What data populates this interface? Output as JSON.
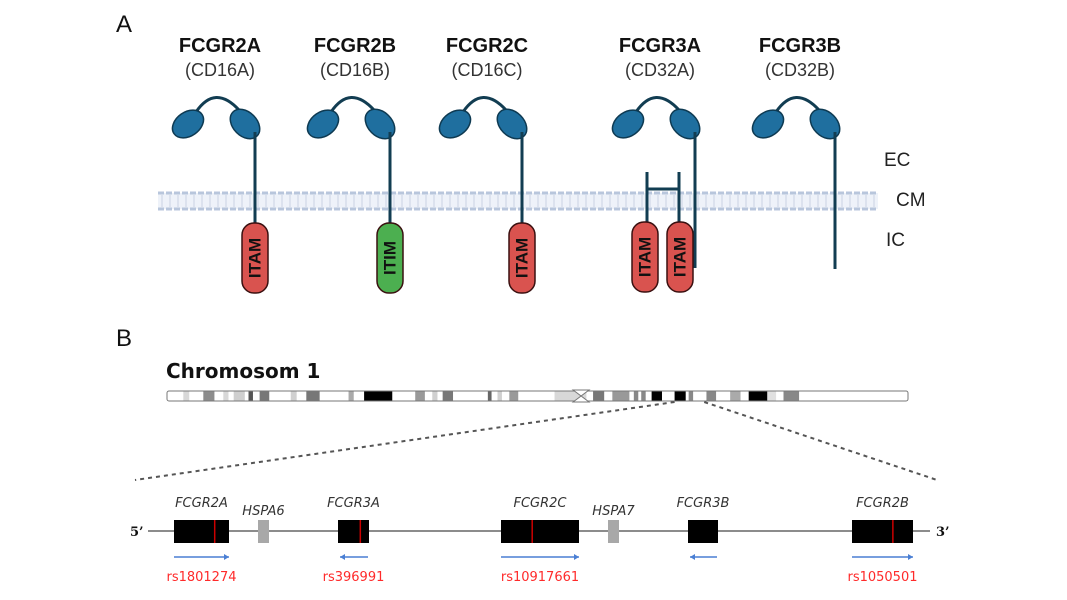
{
  "panel_a": {
    "label": "A",
    "receptors": [
      {
        "name": "FCGR2A",
        "cd": "(CD16A)",
        "type": "single",
        "motif": "ITAM",
        "motif_color": "#d9534f"
      },
      {
        "name": "FCGR2B",
        "cd": "(CD16B)",
        "type": "single",
        "motif": "ITIM",
        "motif_color": "#4caf50"
      },
      {
        "name": "FCGR2C",
        "cd": "(CD16C)",
        "type": "single",
        "motif": "ITAM",
        "motif_color": "#d9534f"
      },
      {
        "name": "FCGR3A",
        "cd": "(CD32A)",
        "type": "dimer",
        "motif": "ITAM",
        "motif_color": "#d9534f"
      },
      {
        "name": "FCGR3B",
        "cd": "(CD32B)",
        "type": "gpi",
        "motif": "",
        "motif_color": ""
      }
    ],
    "regions": {
      "ec": "EC",
      "cm": "CM",
      "ic": "IC"
    },
    "colors": {
      "domain": "#1f6f9f",
      "stalk": "#123d52",
      "membrane": "#b8c6dc"
    }
  },
  "panel_b": {
    "label": "B",
    "chromosome_title": "Chromosom 1",
    "chromosome_bands": [
      {
        "start": 0.0,
        "end": 0.022,
        "shade": "#ffffff"
      },
      {
        "start": 0.022,
        "end": 0.03,
        "shade": "#d8d8d8"
      },
      {
        "start": 0.03,
        "end": 0.049,
        "shade": "#ffffff"
      },
      {
        "start": 0.049,
        "end": 0.064,
        "shade": "#8c8c8c"
      },
      {
        "start": 0.064,
        "end": 0.076,
        "shade": "#ffffff"
      },
      {
        "start": 0.076,
        "end": 0.083,
        "shade": "#d8d8d8"
      },
      {
        "start": 0.083,
        "end": 0.09,
        "shade": "#ffffff"
      },
      {
        "start": 0.09,
        "end": 0.105,
        "shade": "#cfcfcf"
      },
      {
        "start": 0.105,
        "end": 0.11,
        "shade": "#ffffff"
      },
      {
        "start": 0.11,
        "end": 0.116,
        "shade": "#555555"
      },
      {
        "start": 0.116,
        "end": 0.125,
        "shade": "#ffffff"
      },
      {
        "start": 0.125,
        "end": 0.138,
        "shade": "#777777"
      },
      {
        "start": 0.138,
        "end": 0.167,
        "shade": "#ffffff"
      },
      {
        "start": 0.167,
        "end": 0.175,
        "shade": "#d0d0d0"
      },
      {
        "start": 0.175,
        "end": 0.188,
        "shade": "#ffffff"
      },
      {
        "start": 0.188,
        "end": 0.206,
        "shade": "#777777"
      },
      {
        "start": 0.206,
        "end": 0.245,
        "shade": "#ffffff"
      },
      {
        "start": 0.245,
        "end": 0.252,
        "shade": "#aaaaaa"
      },
      {
        "start": 0.252,
        "end": 0.266,
        "shade": "#ffffff"
      },
      {
        "start": 0.266,
        "end": 0.304,
        "shade": "#000000"
      },
      {
        "start": 0.304,
        "end": 0.335,
        "shade": "#ffffff"
      },
      {
        "start": 0.335,
        "end": 0.348,
        "shade": "#999999"
      },
      {
        "start": 0.348,
        "end": 0.358,
        "shade": "#ffffff"
      },
      {
        "start": 0.358,
        "end": 0.365,
        "shade": "#d0d0d0"
      },
      {
        "start": 0.365,
        "end": 0.372,
        "shade": "#ffffff"
      },
      {
        "start": 0.372,
        "end": 0.386,
        "shade": "#777777"
      },
      {
        "start": 0.386,
        "end": 0.433,
        "shade": "#ffffff"
      },
      {
        "start": 0.433,
        "end": 0.438,
        "shade": "#666666"
      },
      {
        "start": 0.438,
        "end": 0.446,
        "shade": "#ffffff"
      },
      {
        "start": 0.446,
        "end": 0.452,
        "shade": "#d0d0d0"
      },
      {
        "start": 0.452,
        "end": 0.462,
        "shade": "#ffffff"
      },
      {
        "start": 0.462,
        "end": 0.474,
        "shade": "#999999"
      },
      {
        "start": 0.474,
        "end": 0.508,
        "shade": "#ffffff"
      },
      {
        "start": 0.508,
        "end": 0.523,
        "shade": "#ffffff"
      },
      {
        "start": 0.523,
        "end": 0.566,
        "shade": "#d8d8d8"
      },
      {
        "start": 0.566,
        "end": 0.575,
        "shade": "#ffffff"
      },
      {
        "start": 0.575,
        "end": 0.59,
        "shade": "#777777"
      },
      {
        "start": 0.59,
        "end": 0.601,
        "shade": "#ffffff"
      },
      {
        "start": 0.601,
        "end": 0.624,
        "shade": "#999999"
      },
      {
        "start": 0.624,
        "end": 0.63,
        "shade": "#ffffff"
      },
      {
        "start": 0.63,
        "end": 0.636,
        "shade": "#888888"
      },
      {
        "start": 0.636,
        "end": 0.64,
        "shade": "#ffffff"
      },
      {
        "start": 0.64,
        "end": 0.646,
        "shade": "#888888"
      },
      {
        "start": 0.646,
        "end": 0.654,
        "shade": "#ffffff"
      },
      {
        "start": 0.654,
        "end": 0.668,
        "shade": "#000000"
      },
      {
        "start": 0.668,
        "end": 0.685,
        "shade": "#ffffff"
      },
      {
        "start": 0.685,
        "end": 0.7,
        "shade": "#000000"
      },
      {
        "start": 0.7,
        "end": 0.704,
        "shade": "#ffffff"
      },
      {
        "start": 0.704,
        "end": 0.71,
        "shade": "#888888"
      },
      {
        "start": 0.71,
        "end": 0.728,
        "shade": "#ffffff"
      },
      {
        "start": 0.728,
        "end": 0.741,
        "shade": "#888888"
      },
      {
        "start": 0.741,
        "end": 0.76,
        "shade": "#ffffff"
      },
      {
        "start": 0.76,
        "end": 0.774,
        "shade": "#aaaaaa"
      },
      {
        "start": 0.774,
        "end": 0.785,
        "shade": "#ffffff"
      },
      {
        "start": 0.785,
        "end": 0.81,
        "shade": "#000000"
      },
      {
        "start": 0.81,
        "end": 0.822,
        "shade": "#e0e0e0"
      },
      {
        "start": 0.822,
        "end": 0.832,
        "shade": "#ffffff"
      },
      {
        "start": 0.832,
        "end": 0.853,
        "shade": "#888888"
      },
      {
        "start": 0.853,
        "end": 1.0,
        "shade": "#ffffff"
      }
    ],
    "centromere_fraction": 0.575,
    "zoom_region": [
      0.685,
      0.725
    ],
    "strand_5": "5’",
    "strand_3": "3’",
    "genes": [
      {
        "name": "FCGR2A",
        "kind": "fcgr",
        "direction": "forward",
        "snp": "rs1801274"
      },
      {
        "name": "HSPA6",
        "kind": "hspa",
        "direction": "",
        "snp": ""
      },
      {
        "name": "FCGR3A",
        "kind": "fcgr",
        "direction": "reverse",
        "snp": "rs396991"
      },
      {
        "name": "FCGR2C",
        "kind": "fcgr",
        "direction": "forward",
        "snp": "rs10917661"
      },
      {
        "name": "HSPA7",
        "kind": "hspa",
        "direction": "",
        "snp": ""
      },
      {
        "name": "FCGR3B",
        "kind": "fcgr",
        "direction": "reverse",
        "snp": ""
      },
      {
        "name": "FCGR2B",
        "kind": "fcgr",
        "direction": "forward",
        "snp": "rs1050501"
      }
    ],
    "colors": {
      "snp": "#ff2a2a",
      "arrow": "#4a7fd4",
      "gene": "#000000",
      "pseudogene": "#a8a8a8",
      "snp_marker": "#cc0000"
    }
  }
}
